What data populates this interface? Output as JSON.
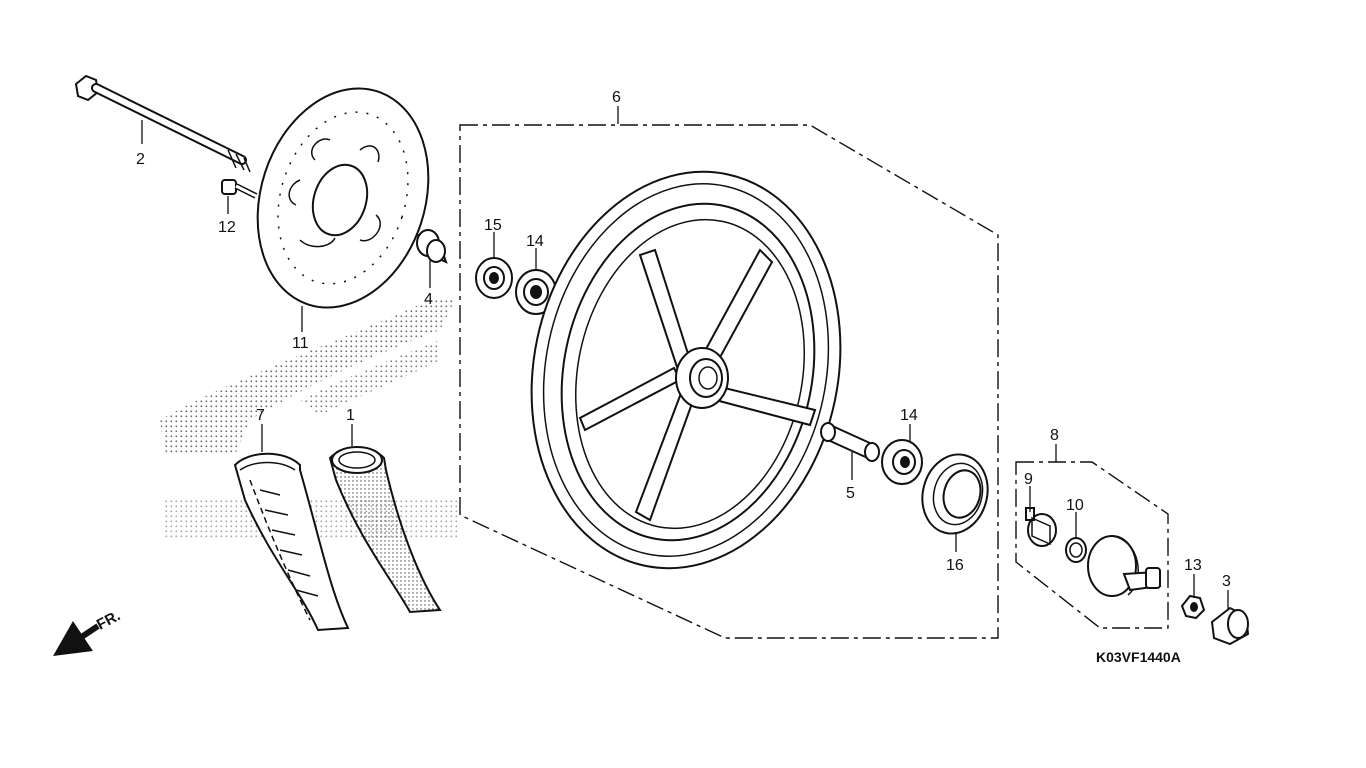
{
  "diagram": {
    "catalog_code": "K03VF1440A",
    "direction_indicator": "FR.",
    "callouts": [
      {
        "id": "c1",
        "number": "1",
        "part": "tube"
      },
      {
        "id": "c2",
        "number": "2",
        "part": "axle"
      },
      {
        "id": "c3",
        "number": "3",
        "part": "axle-nut-cap"
      },
      {
        "id": "c4",
        "number": "4",
        "part": "side-collar"
      },
      {
        "id": "c5",
        "number": "5",
        "part": "distance-collar"
      },
      {
        "id": "c6",
        "number": "6",
        "part": "wheel"
      },
      {
        "id": "c7",
        "number": "7",
        "part": "tire"
      },
      {
        "id": "c8",
        "number": "8",
        "part": "speedometer-gearbox-assy"
      },
      {
        "id": "c9",
        "number": "9",
        "part": "retainer"
      },
      {
        "id": "c10",
        "number": "10",
        "part": "washer"
      },
      {
        "id": "c11",
        "number": "11",
        "part": "brake-disc"
      },
      {
        "id": "c12",
        "number": "12",
        "part": "disc-bolt"
      },
      {
        "id": "c13",
        "number": "13",
        "part": "axle-nut"
      },
      {
        "id": "c14a",
        "number": "14",
        "part": "bearing-left"
      },
      {
        "id": "c14b",
        "number": "14",
        "part": "bearing-right"
      },
      {
        "id": "c15",
        "number": "15",
        "part": "dust-seal-left"
      },
      {
        "id": "c16",
        "number": "16",
        "part": "dust-seal-right"
      }
    ]
  }
}
